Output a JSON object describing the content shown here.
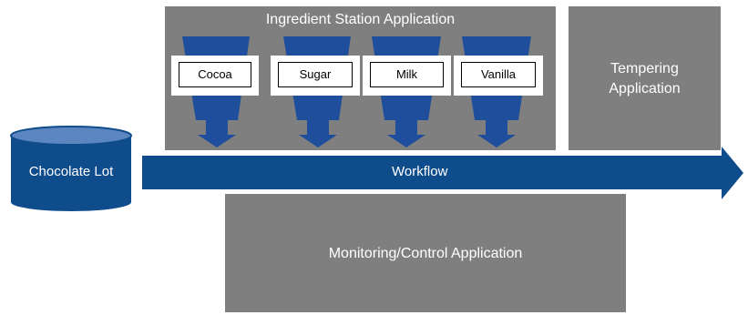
{
  "ingredient_station": {
    "title": "Ingredient Station Application",
    "ingredients": [
      {
        "label": "Cocoa"
      },
      {
        "label": "Sugar"
      },
      {
        "label": "Milk"
      },
      {
        "label": "Vanilla"
      }
    ]
  },
  "tempering": {
    "title": "Tempering\nApplication"
  },
  "monitoring": {
    "title": "Monitoring/Control Application"
  },
  "workflow": {
    "label": "Workflow"
  },
  "chocolate_lot": {
    "label": "Chocolate Lot"
  },
  "colors": {
    "box_gray": "#7f7f7f",
    "workflow_blue": "#0f4c8c",
    "funnel_blue": "#1f4e9c",
    "cylinder_body": "#0f4c8c",
    "cylinder_top": "#5b86c0"
  }
}
